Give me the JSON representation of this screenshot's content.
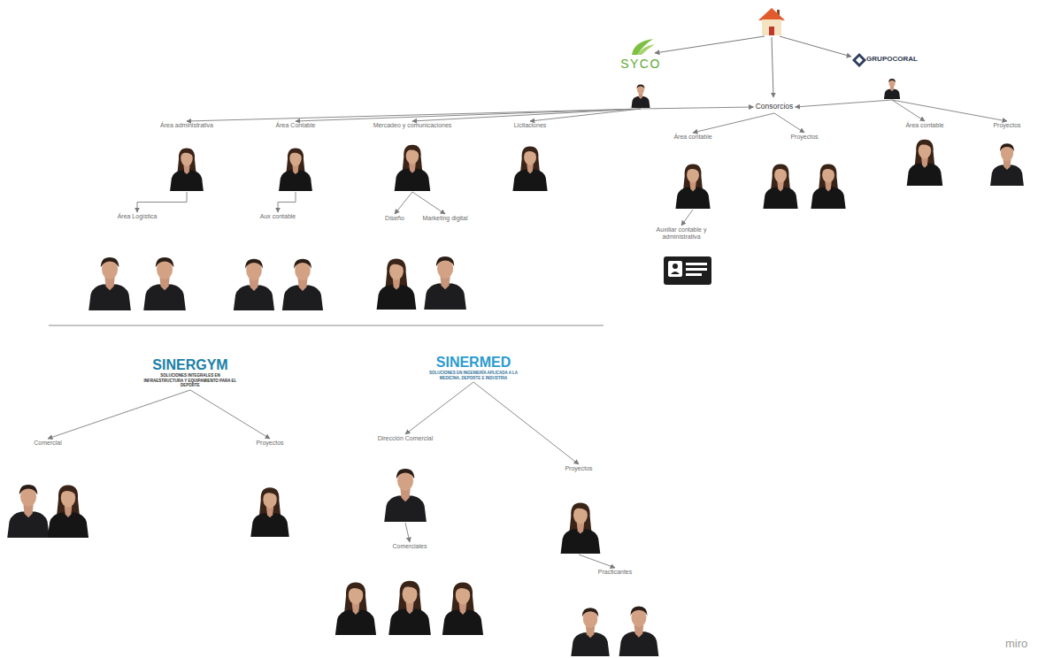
{
  "diagram": {
    "nodes": [
      {
        "text": [
          "SYCO"
        ]
      },
      {
        "text": [
          "GRUPOCORAL"
        ]
      },
      {
        "text": [
          "Consorcios"
        ]
      },
      {
        "text": [
          "Área administrativa"
        ]
      },
      {
        "text": [
          "Área Contable"
        ]
      },
      {
        "text": [
          "Mercadeo y comunicaciones"
        ]
      },
      {
        "text": [
          "Licitaciones"
        ]
      },
      {
        "text": [
          "Área contable"
        ]
      },
      {
        "text": [
          "Proyectos"
        ]
      },
      {
        "text": [
          "Área contable"
        ]
      },
      {
        "text": [
          "Proyectos"
        ]
      },
      {
        "text": [
          "Área Logística"
        ]
      },
      {
        "text": [
          "Aux contable"
        ]
      },
      {
        "text": [
          "Diseño"
        ]
      },
      {
        "text": [
          "Marketing digital"
        ]
      },
      {
        "text": [
          "Auxiliar contable y administrativa"
        ]
      },
      {
        "text": [
          "SINERGYM",
          "SOLUCIONES INTEGRALES EN INFRAESTRUCTURA Y EQUIPAMIENTO PARA EL DEPORTE"
        ]
      },
      {
        "text": [
          "Comercial"
        ]
      },
      {
        "text": [
          "Proyectos"
        ]
      },
      {
        "text": [
          "SINERMED",
          "SOLUCIONES EN INGENIERÍA APLICADA A LA MEDICINA, DEPORTE E INDUSTRIA"
        ]
      },
      {
        "text": [
          "Dirección Comercial"
        ]
      },
      {
        "text": [
          "Proyectos"
        ]
      },
      {
        "text": [
          "Comerciales"
        ]
      },
      {
        "text": [
          "Practicantes"
        ]
      }
    ],
    "edges": [
      {
        "from": 0,
        "to": 3,
        "arrow": "to"
      },
      {
        "from": 0,
        "to": 4,
        "arrow": "to"
      },
      {
        "from": 0,
        "to": 5,
        "arrow": "to"
      },
      {
        "from": 0,
        "to": 6,
        "arrow": "to"
      },
      {
        "from": 0,
        "to": 2,
        "arrow": "to"
      },
      {
        "from": 1,
        "to": 2,
        "arrow": "to"
      },
      {
        "from": 1,
        "to": 9,
        "arrow": "to"
      },
      {
        "from": 1,
        "to": 10,
        "arrow": "to"
      },
      {
        "from": 2,
        "to": 7,
        "arrow": "to"
      },
      {
        "from": 2,
        "to": 8,
        "arrow": "to"
      },
      {
        "from": 3,
        "to": 11,
        "arrow": "to"
      },
      {
        "from": 4,
        "to": 12,
        "arrow": "to"
      },
      {
        "from": 5,
        "to": 13,
        "arrow": "to"
      },
      {
        "from": 5,
        "to": 14,
        "arrow": "to"
      },
      {
        "from": 7,
        "to": 15,
        "arrow": "to"
      },
      {
        "from": 16,
        "to": 17,
        "arrow": "to"
      },
      {
        "from": 16,
        "to": 18,
        "arrow": "to"
      },
      {
        "from": 19,
        "to": 20,
        "arrow": "to"
      },
      {
        "from": 19,
        "to": 21,
        "arrow": "to"
      },
      {
        "from": 20,
        "to": 22,
        "arrow": "to"
      },
      {
        "from": 21,
        "to": 23,
        "arrow": "to"
      }
    ],
    "labels": [
      "miro"
    ]
  }
}
